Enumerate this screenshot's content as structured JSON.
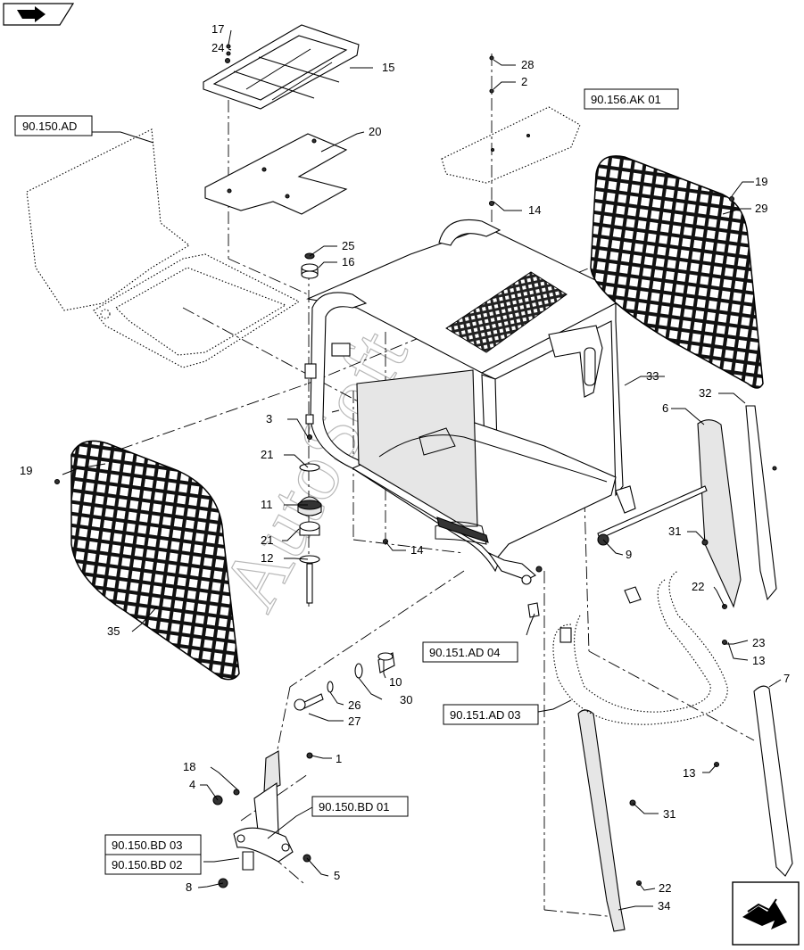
{
  "nav": {
    "back_icon": "back-arrow-icon",
    "forward_icon": "forward-arrow-icon"
  },
  "watermark": {
    "text": "AutoSoft"
  },
  "references": {
    "r1": "90.150.AD",
    "r2": "90.156.AK 01",
    "r3": "90.151.AD 04",
    "r4": "90.151.AD 03",
    "r5": "90.150.BD 01",
    "r6": "90.150.BD 03",
    "r7": "90.150.BD 02"
  },
  "callouts": {
    "c1": "1",
    "c2": "2",
    "c3": "3",
    "c4": "4",
    "c5": "5",
    "c6": "6",
    "c7": "7",
    "c8": "8",
    "c9": "9",
    "c10": "10",
    "c11": "11",
    "c12": "12",
    "c13a": "13",
    "c13b": "13",
    "c14a": "14",
    "c14b": "14",
    "c15": "15",
    "c16": "16",
    "c17": "17",
    "c18": "18",
    "c19a": "19",
    "c19b": "19",
    "c20": "20",
    "c21a": "21",
    "c21b": "21",
    "c22a": "22",
    "c22b": "22",
    "c23": "23",
    "c24": "24",
    "c25": "25",
    "c26": "26",
    "c27": "27",
    "c28": "28",
    "c29": "29",
    "c30": "30",
    "c31a": "31",
    "c31b": "31",
    "c32": "32",
    "c33": "33",
    "c34": "34",
    "c35": "35"
  }
}
